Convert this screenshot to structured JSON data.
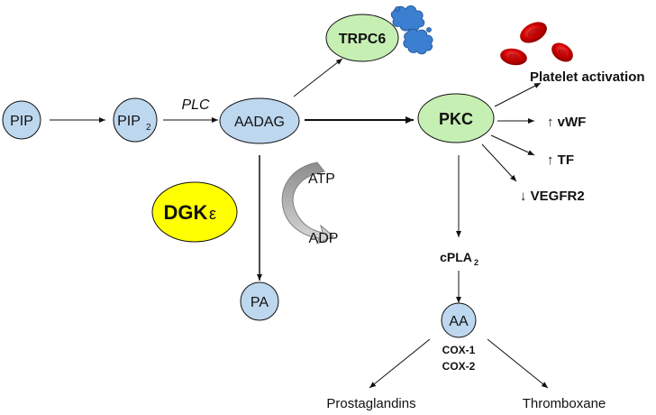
{
  "nodes": {
    "pip": "PIP",
    "pip2_main": "PIP",
    "pip2_sub": "2",
    "aadag": "AADAG",
    "pkc": "PKC",
    "trpc6": "TRPC6",
    "dgk_main": "DGK",
    "dgk_epsilon": "ε",
    "pa": "PA",
    "aa": "AA"
  },
  "edge_labels": {
    "plc": "PLC",
    "atp": "ATP",
    "adp": "ADP",
    "cpla2_main": "cPLA",
    "cpla2_sub": "2",
    "cox1": "COX-1",
    "cox2": "COX-2"
  },
  "outputs": {
    "platelet": "Platelet activation",
    "vwf": "↑ vWF",
    "tf": "↑ TF",
    "vegfr2": "↓ VEGFR2",
    "prostaglandins": "Prostaglandins",
    "thromboxane": "Thromboxane"
  },
  "colors": {
    "node_blue": "#bdd7ee",
    "node_green": "#c6efb3",
    "dgk_yellow": "#ffff00",
    "platelet_blue": "#3a7fd0",
    "rbc_red": "#cc0000",
    "arrow_gray": "#a6a6a6"
  },
  "icons": {
    "platelets": "platelet-cluster-icon",
    "red_blood_cells": "red-blood-cells-icon",
    "atp_adp_arrow": "curved-conversion-arrow-icon"
  }
}
